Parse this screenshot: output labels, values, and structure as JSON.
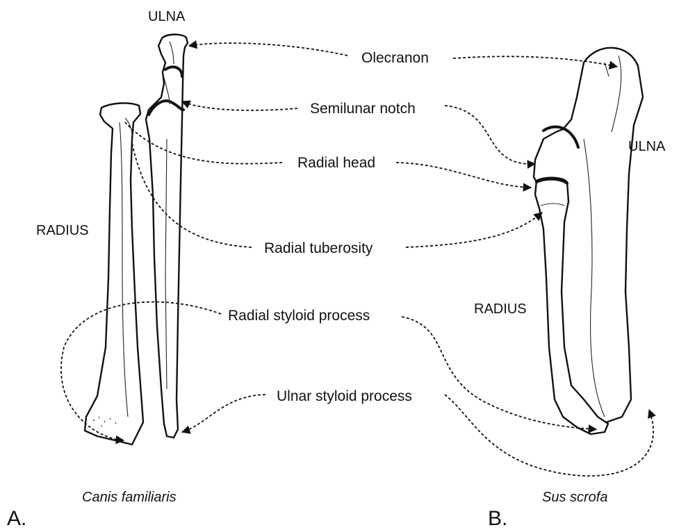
{
  "labels": {
    "olecranon": "Olecranon",
    "semilunar_notch": "Semilunar notch",
    "radial_head": "Radial head",
    "radial_tuberosity": "Radial tuberosity",
    "radial_styloid_process": "Radial styloid process",
    "ulnar_styloid_process": "Ulnar styloid process"
  },
  "panel_a": {
    "letter": "A.",
    "species": "Canis familiaris",
    "ulna_label": "ULNA",
    "radius_label": "RADIUS"
  },
  "panel_b": {
    "letter": "B.",
    "species": "Sus scrofa",
    "ulna_label": "ULNA",
    "radius_label": "RADIUS"
  },
  "colors": {
    "ink": "#111111",
    "background": "#ffffff"
  }
}
